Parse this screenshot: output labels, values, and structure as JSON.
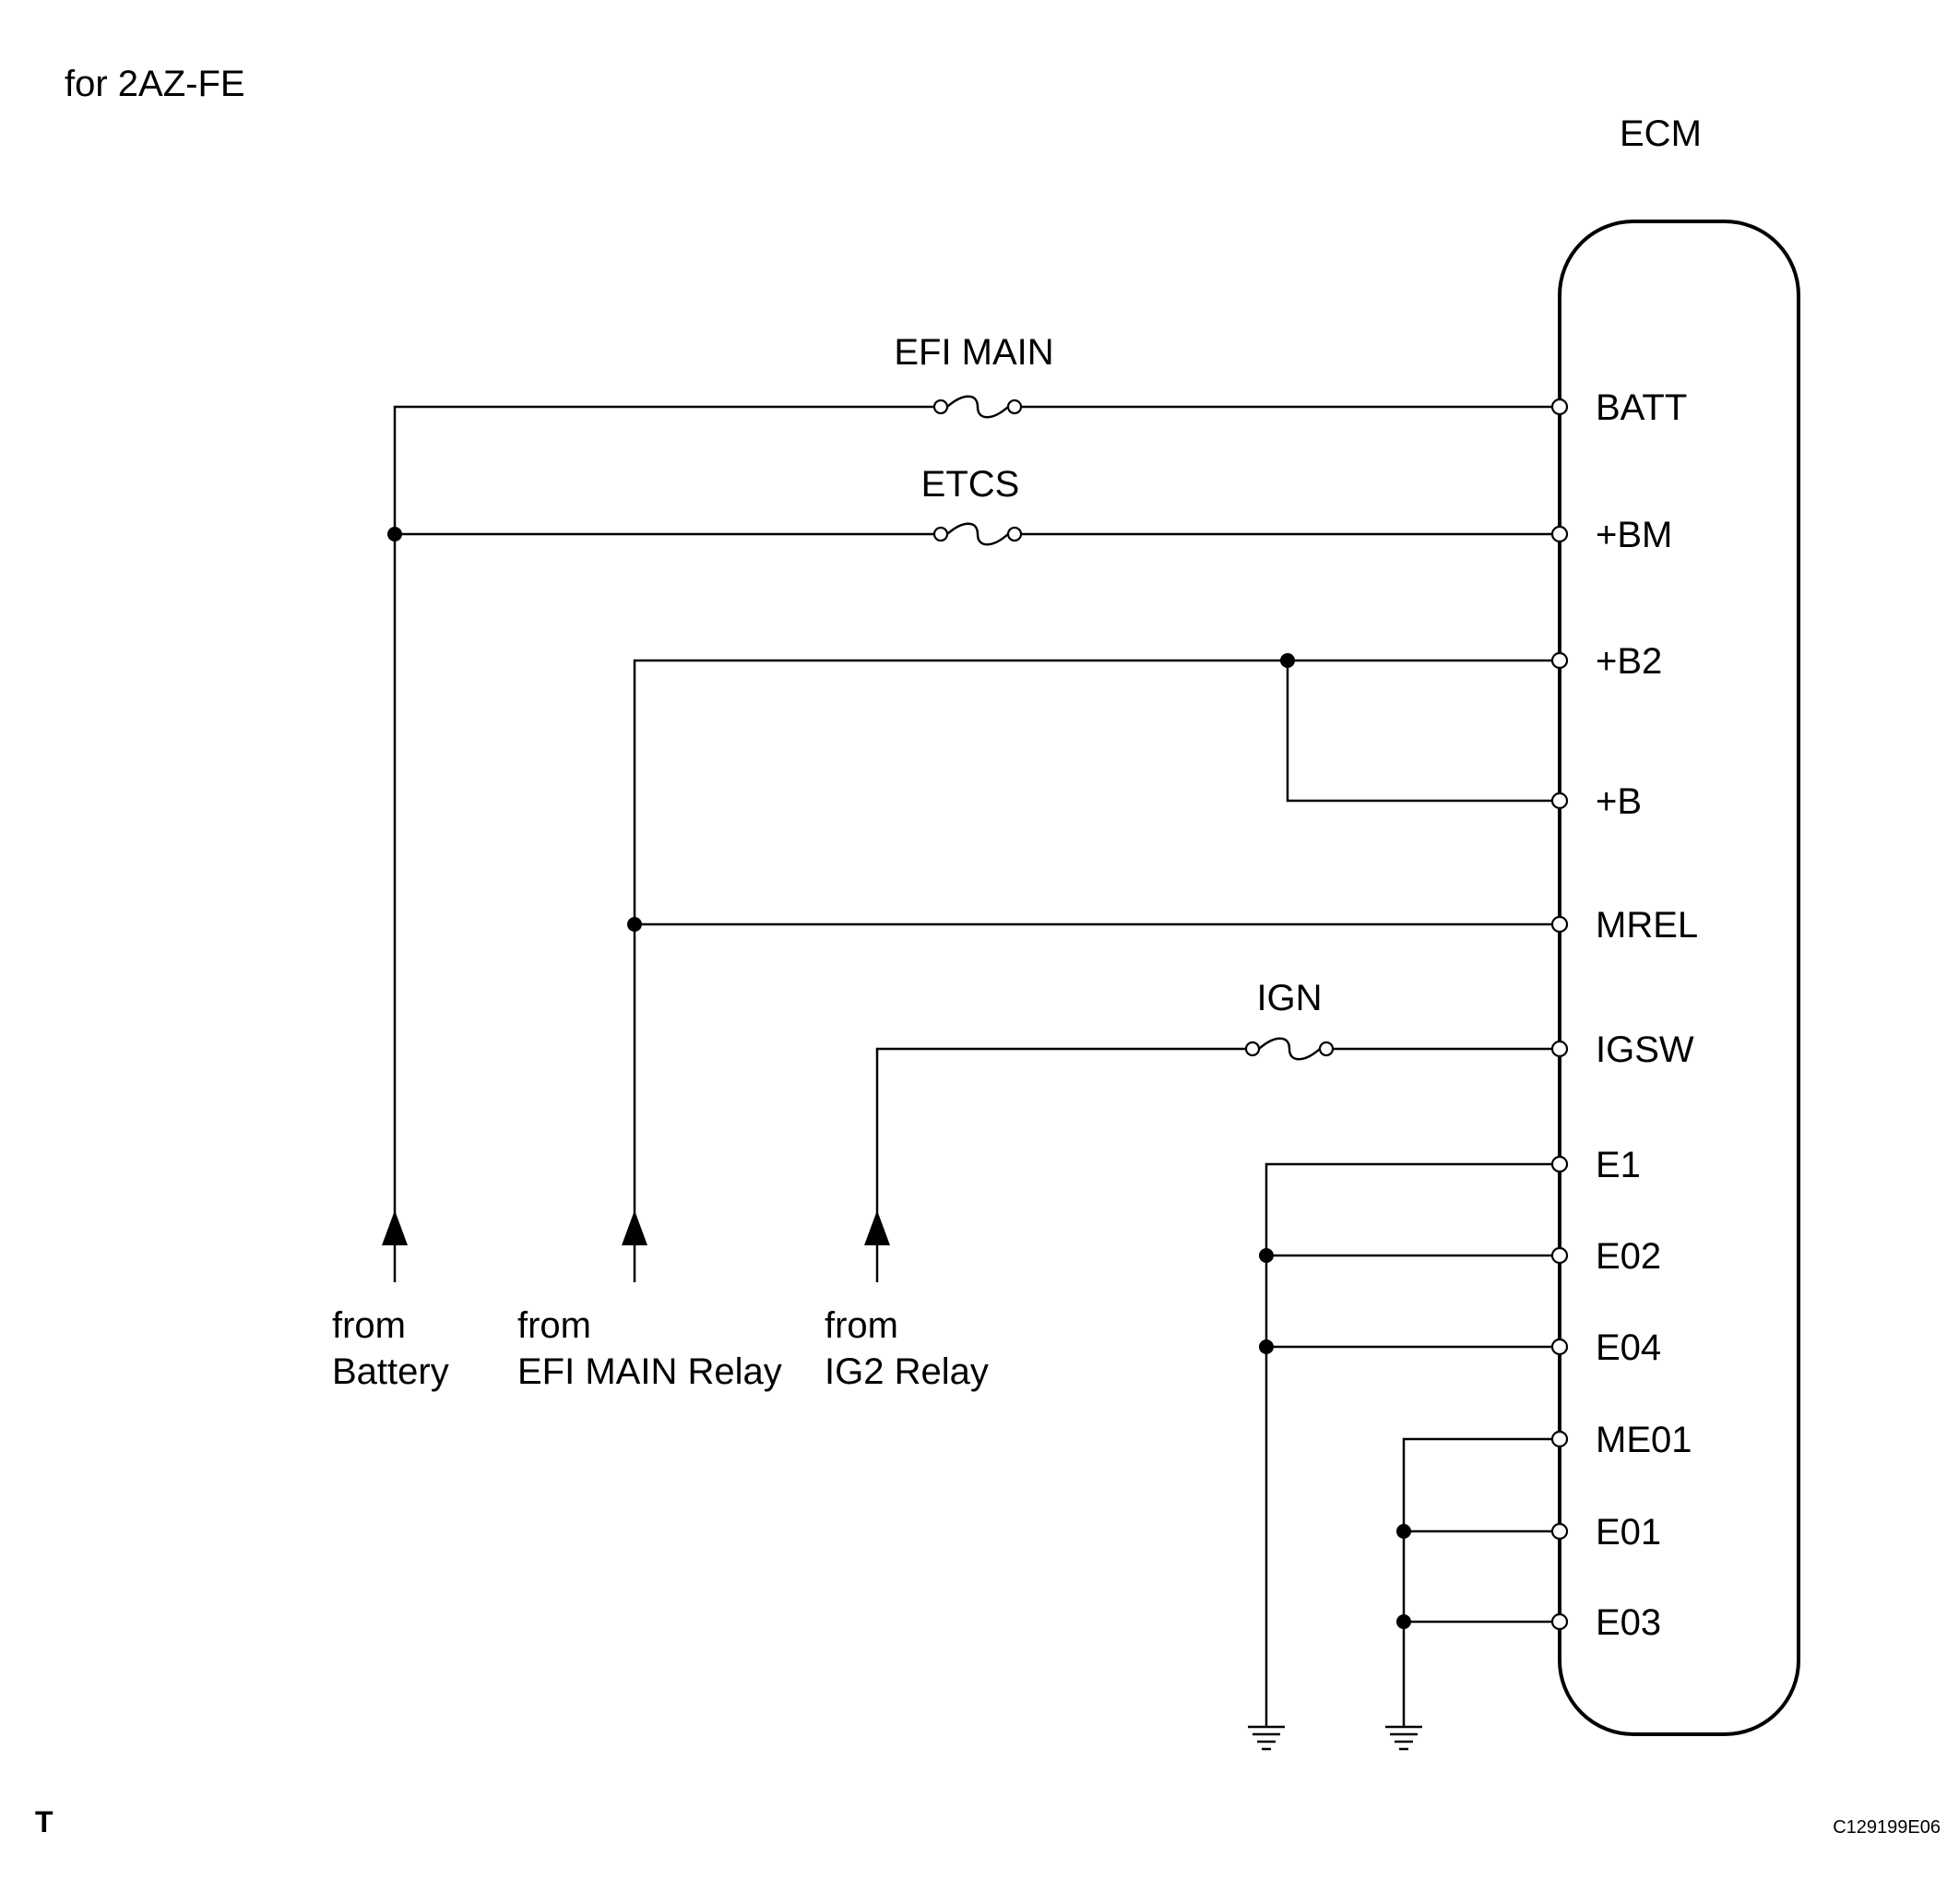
{
  "header": {
    "engine_label": "for 2AZ-FE"
  },
  "ecm": {
    "title": "ECM",
    "pins": [
      "BATT",
      "+BM",
      "+B2",
      "+B",
      "MREL",
      "IGSW",
      "E1",
      "E02",
      "E04",
      "ME01",
      "E01",
      "E03"
    ]
  },
  "fuses": {
    "efi_main": "EFI MAIN",
    "etcs": "ETCS",
    "ign": "IGN"
  },
  "sources": {
    "battery": {
      "line1": "from",
      "line2": "Battery"
    },
    "efi_main_relay": {
      "line1": "from",
      "line2": "EFI MAIN Relay"
    },
    "ig2_relay": {
      "line1": "from",
      "line2": "IG2 Relay"
    }
  },
  "footer": {
    "marker": "T",
    "figure_id": "C129199E06"
  }
}
